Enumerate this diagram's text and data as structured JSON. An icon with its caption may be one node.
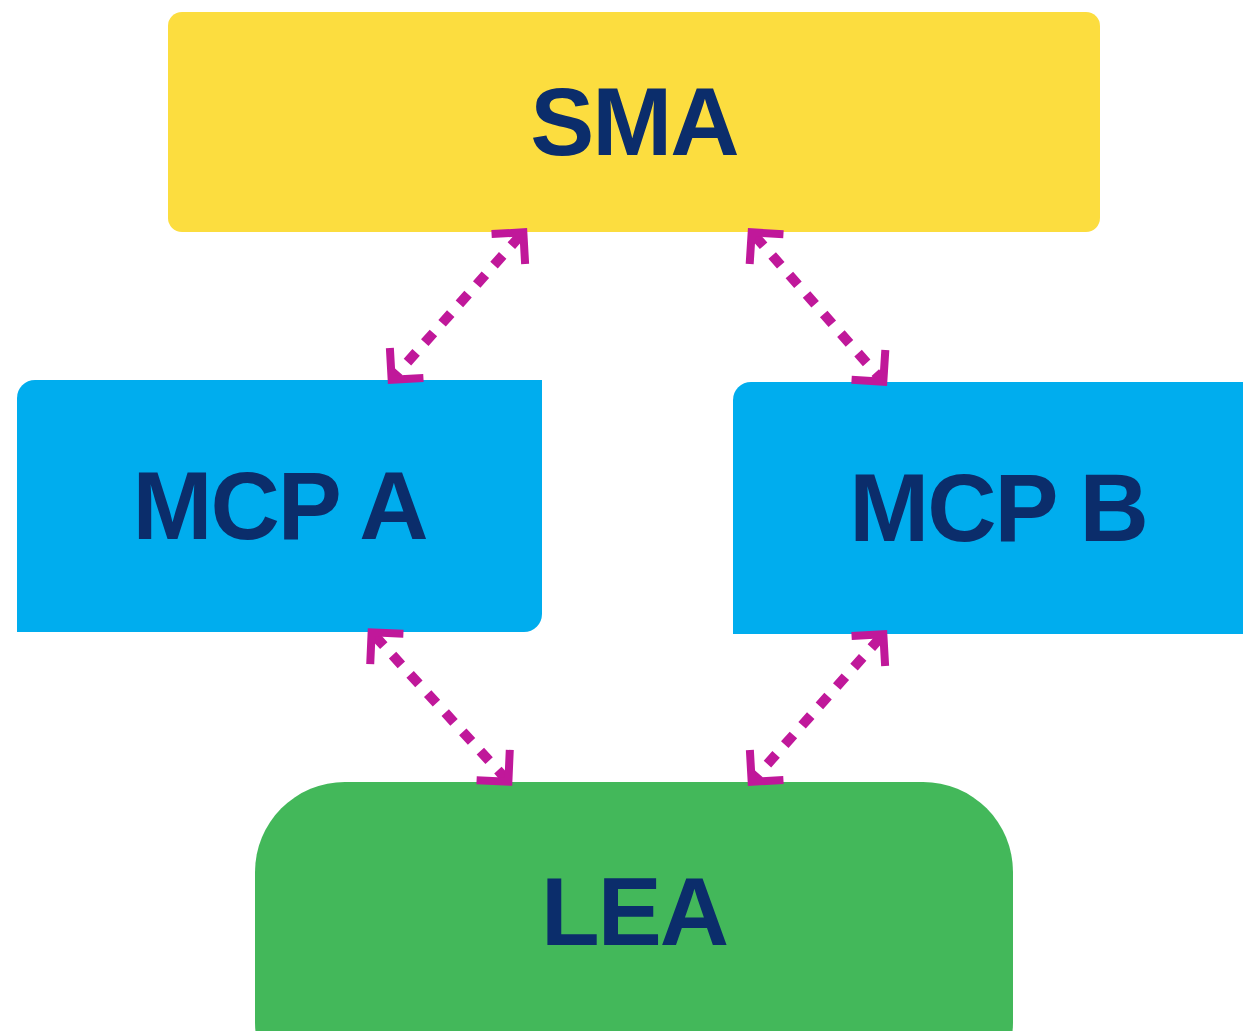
{
  "diagram": {
    "nodes": [
      {
        "text": [
          "SMA"
        ]
      },
      {
        "text": [
          "MCP A"
        ]
      },
      {
        "text": [
          "MCP B"
        ]
      },
      {
        "text": [
          "LEA"
        ]
      }
    ],
    "edges": [
      {
        "from": 0,
        "to": 1,
        "arrow": "both",
        "style": "dashed"
      },
      {
        "from": 0,
        "to": 2,
        "arrow": "both",
        "style": "dashed"
      },
      {
        "from": 1,
        "to": 3,
        "arrow": "both",
        "style": "dashed"
      },
      {
        "from": 2,
        "to": 3,
        "arrow": "both",
        "style": "dashed"
      }
    ]
  }
}
